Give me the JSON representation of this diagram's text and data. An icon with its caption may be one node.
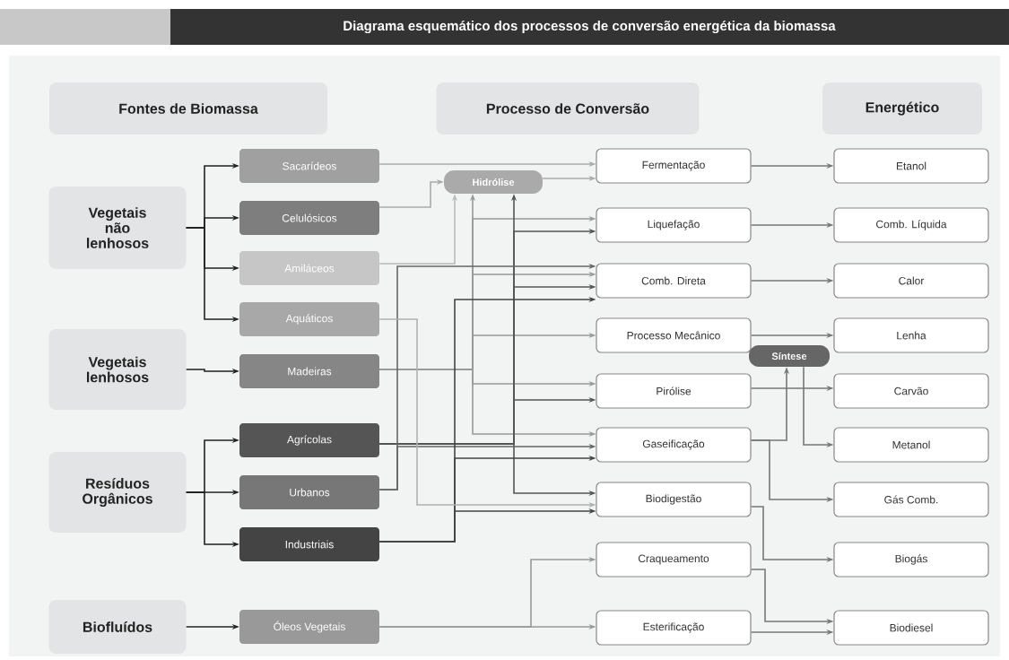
{
  "diagram": {
    "title": "Diagrama esquemático dos processos de conversão energética da biomassa",
    "nodes": [
      {
        "text": [
          "Fontes de Biomassa"
        ]
      },
      {
        "text": [
          "Processo de Conversão"
        ]
      },
      {
        "text": [
          "Energético"
        ]
      },
      {
        "text": [
          "Vegetais não lenhosos"
        ]
      },
      {
        "text": [
          "Vegetais lenhosos"
        ]
      },
      {
        "text": [
          "Resíduos Orgânicos"
        ]
      },
      {
        "text": [
          "Biofluídos"
        ]
      },
      {
        "text": [
          "Sacarídeos"
        ]
      },
      {
        "text": [
          "Celulósicos"
        ]
      },
      {
        "text": [
          "Amiláceos"
        ]
      },
      {
        "text": [
          "Aquáticos"
        ]
      },
      {
        "text": [
          "Madeiras"
        ]
      },
      {
        "text": [
          "Agrícolas"
        ]
      },
      {
        "text": [
          "Urbanos"
        ]
      },
      {
        "text": [
          "Industriais"
        ]
      },
      {
        "text": [
          "Óleos Vegetais"
        ]
      },
      {
        "text": [
          "Hidrólise"
        ]
      },
      {
        "text": [
          "Fermentação"
        ]
      },
      {
        "text": [
          "Liquefação"
        ]
      },
      {
        "text": [
          "Comb. Direta"
        ]
      },
      {
        "text": [
          "Processo Mecânico"
        ]
      },
      {
        "text": [
          "Pirólise"
        ]
      },
      {
        "text": [
          "Gaseificação"
        ]
      },
      {
        "text": [
          "Biodigestão"
        ]
      },
      {
        "text": [
          "Craqueamento"
        ]
      },
      {
        "text": [
          "Esterificação"
        ]
      },
      {
        "text": [
          "Síntese"
        ]
      },
      {
        "text": [
          "Etanol"
        ]
      },
      {
        "text": [
          "Comb. Líquida"
        ]
      },
      {
        "text": [
          "Calor"
        ]
      },
      {
        "text": [
          "Lenha"
        ]
      },
      {
        "text": [
          "Carvão"
        ]
      },
      {
        "text": [
          "Metanol"
        ]
      },
      {
        "text": [
          "Gás Comb."
        ]
      },
      {
        "text": [
          "Biogás"
        ]
      },
      {
        "text": [
          "Biodiesel"
        ]
      }
    ],
    "edges": [
      {
        "from": 3,
        "to": 7,
        "arrow": "to",
        "color": "#222222"
      },
      {
        "from": 3,
        "to": 8,
        "arrow": "to",
        "color": "#222222"
      },
      {
        "from": 3,
        "to": 9,
        "arrow": "to",
        "color": "#222222"
      },
      {
        "from": 3,
        "to": 10,
        "arrow": "to",
        "color": "#222222"
      },
      {
        "from": 4,
        "to": 11,
        "arrow": "to",
        "color": "#222222"
      },
      {
        "from": 5,
        "to": 12,
        "arrow": "to",
        "color": "#222222"
      },
      {
        "from": 5,
        "to": 13,
        "arrow": "to",
        "color": "#222222"
      },
      {
        "from": 5,
        "to": 14,
        "arrow": "to",
        "color": "#222222"
      },
      {
        "from": 6,
        "to": 15,
        "arrow": "to",
        "color": "#222222"
      },
      {
        "from": 7,
        "to": 17,
        "arrow": "to",
        "color": "#aaaaaa"
      },
      {
        "from": 8,
        "to": 16,
        "arrow": "to",
        "color": "#aaaaaa"
      },
      {
        "from": 9,
        "to": 16,
        "arrow": "to",
        "color": "#bbbbbb"
      },
      {
        "from": 16,
        "to": 17,
        "arrow": "to",
        "color": "#aaaaaa"
      },
      {
        "from": 11,
        "to": 16,
        "arrow": "to",
        "color": "#999999"
      },
      {
        "from": 11,
        "to": 18,
        "arrow": "to",
        "color": "#999999"
      },
      {
        "from": 11,
        "to": 19,
        "arrow": "to",
        "color": "#999999"
      },
      {
        "from": 11,
        "to": 20,
        "arrow": "to",
        "color": "#999999"
      },
      {
        "from": 11,
        "to": 21,
        "arrow": "to",
        "color": "#999999"
      },
      {
        "from": 11,
        "to": 22,
        "arrow": "to",
        "color": "#999999"
      },
      {
        "from": 12,
        "to": 16,
        "arrow": "to",
        "color": "#555555"
      },
      {
        "from": 12,
        "to": 18,
        "arrow": "to",
        "color": "#555555"
      },
      {
        "from": 12,
        "to": 19,
        "arrow": "to",
        "color": "#555555"
      },
      {
        "from": 12,
        "to": 21,
        "arrow": "to",
        "color": "#555555"
      },
      {
        "from": 12,
        "to": 23,
        "arrow": "to",
        "color": "#555555"
      },
      {
        "from": 13,
        "to": 19,
        "arrow": "to",
        "color": "#666666"
      },
      {
        "from": 13,
        "to": 22,
        "arrow": "to",
        "color": "#666666"
      },
      {
        "from": 14,
        "to": 19,
        "arrow": "to",
        "color": "#444444"
      },
      {
        "from": 14,
        "to": 22,
        "arrow": "to",
        "color": "#444444"
      },
      {
        "from": 14,
        "to": 23,
        "arrow": "to",
        "color": "#444444"
      },
      {
        "from": 10,
        "to": 23,
        "arrow": "to",
        "color": "#b0b0b0"
      },
      {
        "from": 15,
        "to": 24,
        "arrow": "to",
        "color": "#999999"
      },
      {
        "from": 15,
        "to": 25,
        "arrow": "to",
        "color": "#999999"
      },
      {
        "from": 17,
        "to": 27,
        "arrow": "to"
      },
      {
        "from": 18,
        "to": 28,
        "arrow": "to"
      },
      {
        "from": 19,
        "to": 29,
        "arrow": "to"
      },
      {
        "from": 20,
        "to": 30,
        "arrow": "to"
      },
      {
        "from": 21,
        "to": 31,
        "arrow": "to"
      },
      {
        "from": 22,
        "to": 26,
        "arrow": "to"
      },
      {
        "from": 22,
        "to": 33,
        "arrow": "to"
      },
      {
        "from": 26,
        "to": 32,
        "arrow": "to"
      },
      {
        "from": 23,
        "to": 34,
        "arrow": "to"
      },
      {
        "from": 24,
        "to": 35,
        "arrow": "to"
      },
      {
        "from": 25,
        "to": 35,
        "arrow": "to"
      }
    ]
  }
}
